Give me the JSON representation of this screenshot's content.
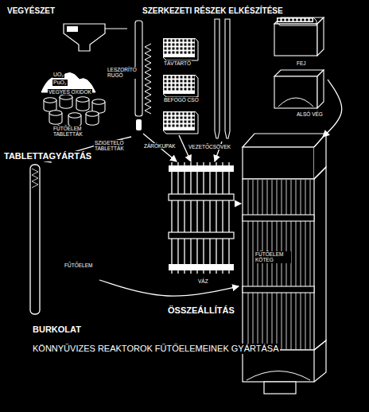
{
  "diagram": {
    "caption": "KÖNNYŰVIZES REAKTOROK FŰTŐELEMEINEK GYÁRTÁSA",
    "labels": [
      "VEGYÉSZET",
      "SZERKEZETI RÉSZEK ELKÉSZÍTÉSE",
      "LESZORÍTÓ RUGÓ",
      "UO₂",
      "PuO₂",
      "VEGYES OXIDOK",
      "TÁVTARTÓ",
      "BEFOGÓ CSŐ",
      "FEJ",
      "ALSÓ VÉG",
      "FŰTŐELEM TABLETTÁK",
      "SZIGETELŐ TABLETTÁK",
      "ZÁRÓKUPAK",
      "VEZETŐCSÖVEK",
      "TABLETTAGYÁRTÁS",
      "FŰTŐELEM",
      "FŰTŐELEM KÖTEG",
      "VÁZ",
      "ÖSSZEÁLLÍTÁS",
      "BURKOLAT"
    ]
  }
}
